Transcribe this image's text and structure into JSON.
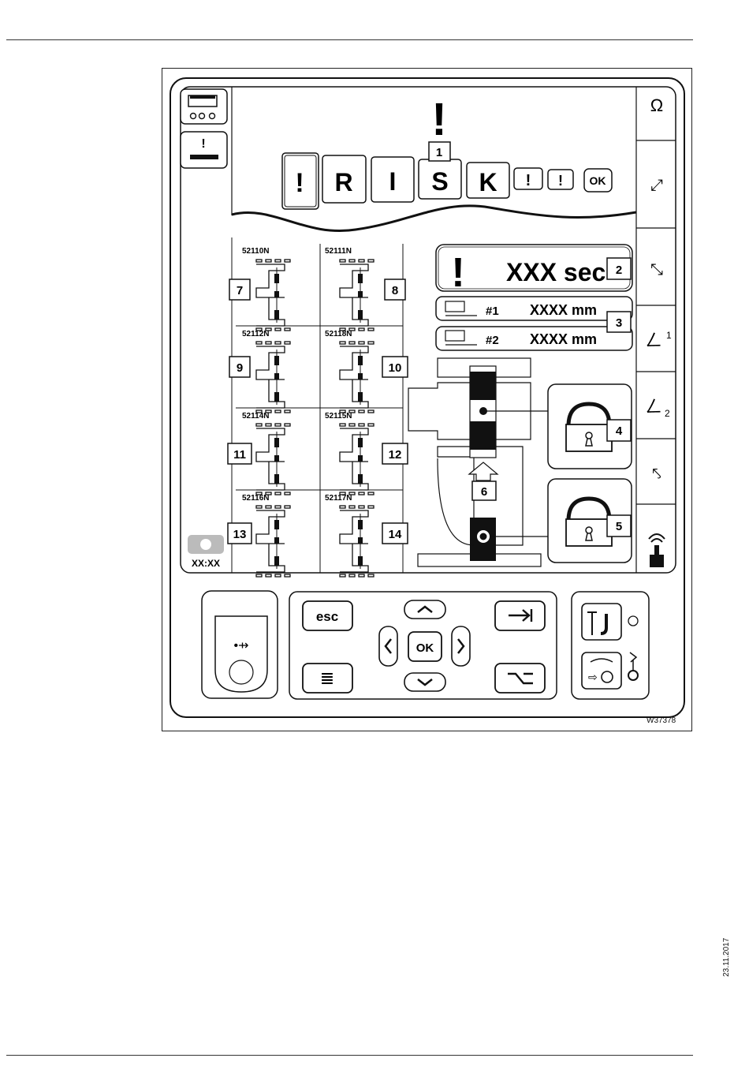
{
  "figure_id": "W37378",
  "date": "23.11.2017",
  "top_status": {
    "risk_letters": [
      "!",
      "R",
      "I",
      "S",
      "K",
      "!",
      "!"
    ],
    "ok_label": "OK"
  },
  "callouts": [
    "1",
    "2",
    "3",
    "4",
    "5",
    "6",
    "7",
    "8",
    "9",
    "10",
    "11",
    "12",
    "13",
    "14"
  ],
  "codes": [
    "52110N",
    "52111N",
    "52112N",
    "52118N",
    "52114N",
    "52115N",
    "52116N",
    "52117N"
  ],
  "countdown": {
    "warn": "!",
    "text": "XXX sec"
  },
  "lengths": [
    {
      "label": "#1",
      "value": "XXXX mm"
    },
    {
      "label": "#2",
      "value": "XXXX mm"
    }
  ],
  "clock": "XX:XX",
  "keypad": {
    "esc": "esc",
    "ok": "OK",
    "up": "︿",
    "down": "﹀",
    "left": "❬",
    "right": "❭",
    "tab": "→|",
    "menu": "≣",
    "alt": "⌥"
  },
  "right_icons": [
    "slewing-icon",
    "telescope-icon",
    "boom-icon",
    "hook1-icon",
    "hook2-icon",
    "luffing-icon",
    "joystick-icon"
  ]
}
